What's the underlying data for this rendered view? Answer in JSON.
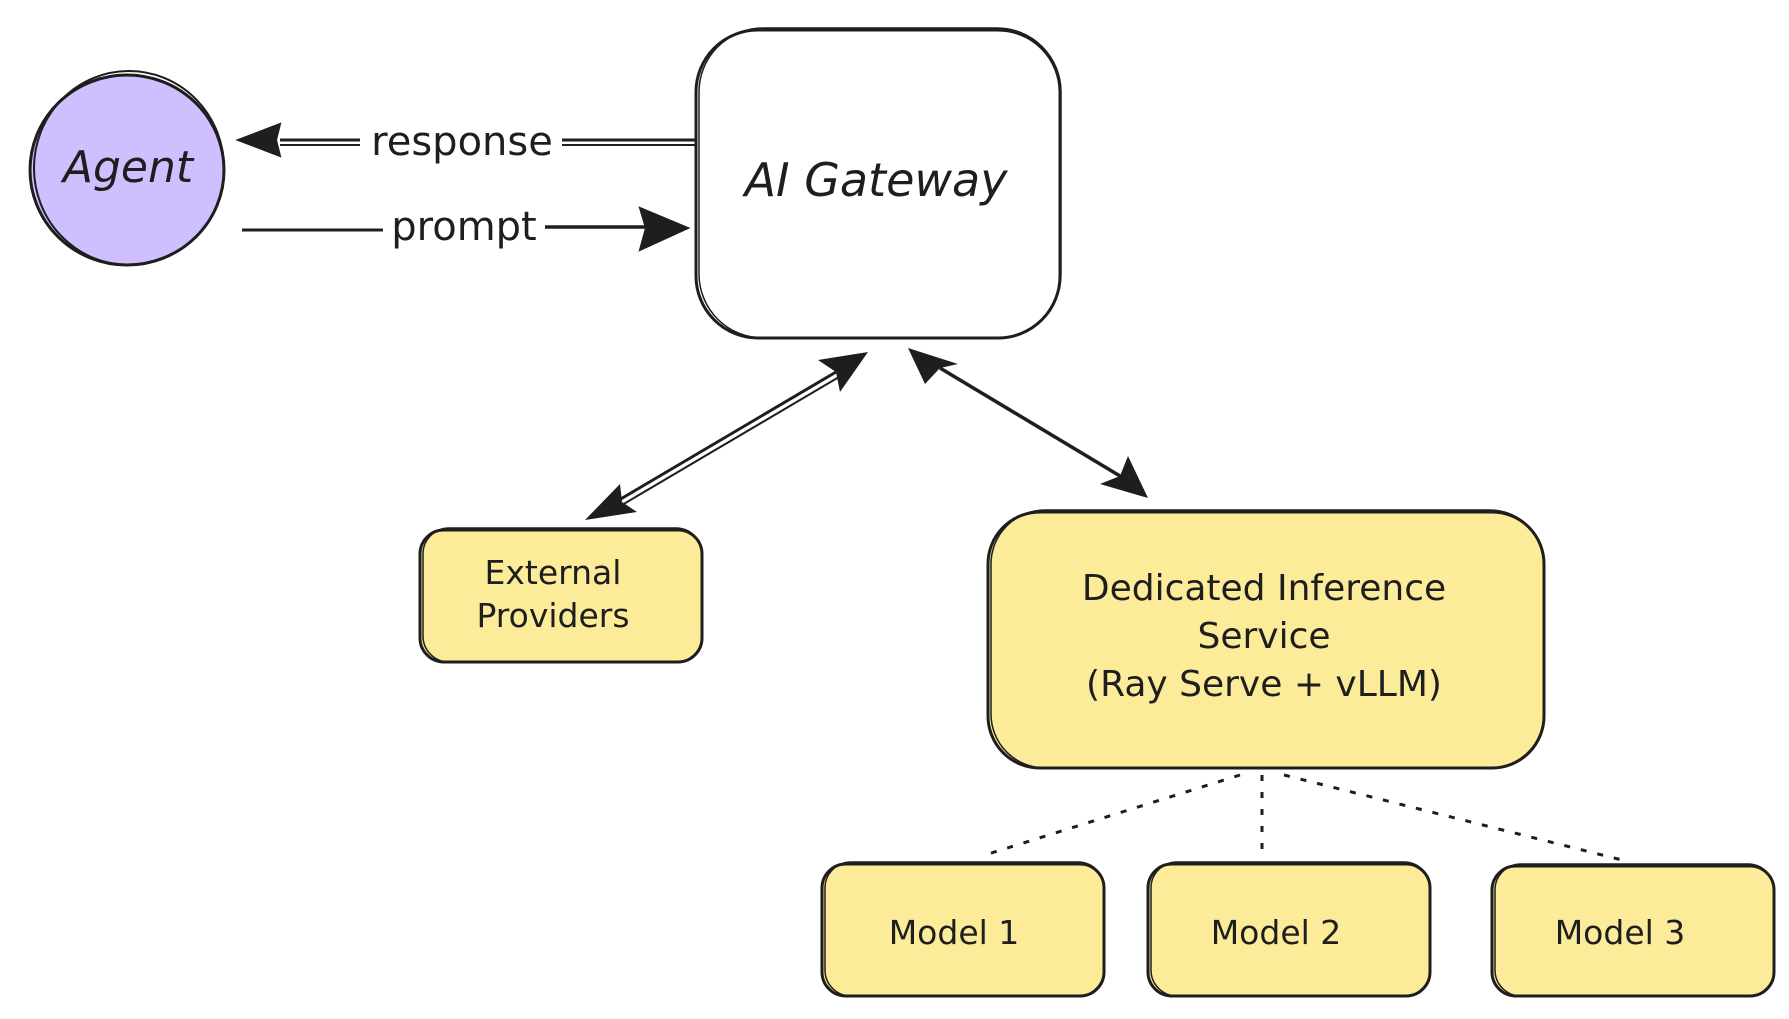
{
  "colors": {
    "agent_fill": "#d0bfff",
    "box_fill": "#fceb99",
    "gateway_fill": "#ffffff",
    "stroke": "#1e1e1e"
  },
  "nodes": {
    "agent": "Agent",
    "gateway": "AI Gateway",
    "external": [
      "External",
      "Providers"
    ],
    "inference": [
      "Dedicated Inference",
      "Service",
      "(Ray Serve + vLLM)"
    ],
    "model1": "Model 1",
    "model2": "Model 2",
    "model3": "Model 3"
  },
  "edges": {
    "response": "response",
    "prompt": "prompt"
  }
}
